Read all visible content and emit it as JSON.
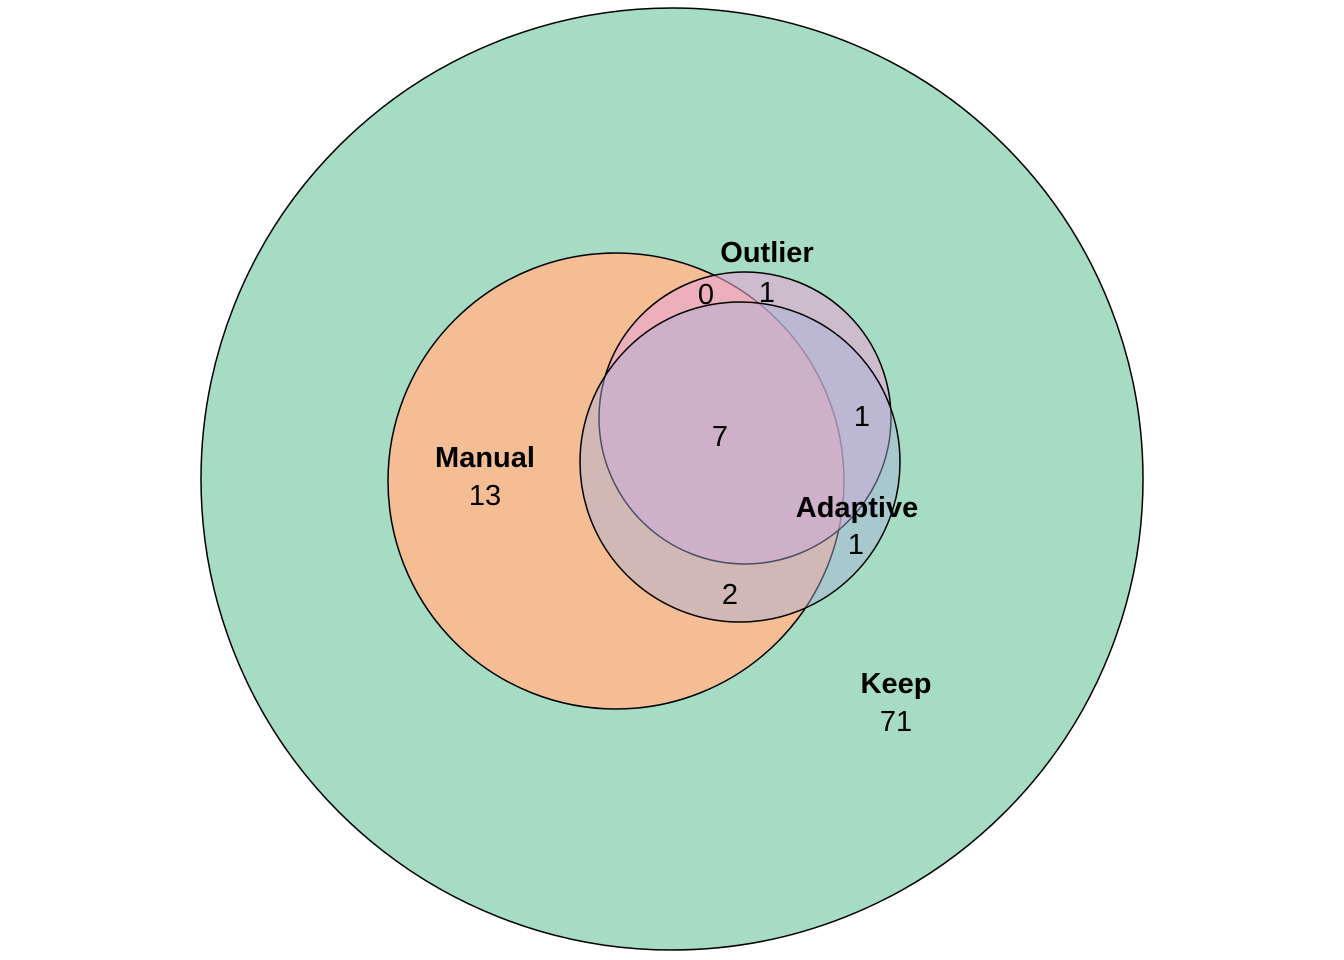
{
  "sets": {
    "keep": {
      "name": "Keep",
      "count": "71",
      "color": "#a6dcc4"
    },
    "manual": {
      "name": "Manual",
      "count": "13",
      "color": "#fdb98f"
    },
    "outlier": {
      "name": "Outlier",
      "color": "#e7a7d4"
    },
    "adaptive": {
      "name": "Adaptive",
      "color": "#a9b2dc"
    }
  },
  "regions": {
    "manual_outlier_only": "0",
    "outlier_only": "1",
    "outlier_adaptive": "1",
    "all_three": "7",
    "adaptive_only": "1",
    "manual_adaptive": "2"
  }
}
